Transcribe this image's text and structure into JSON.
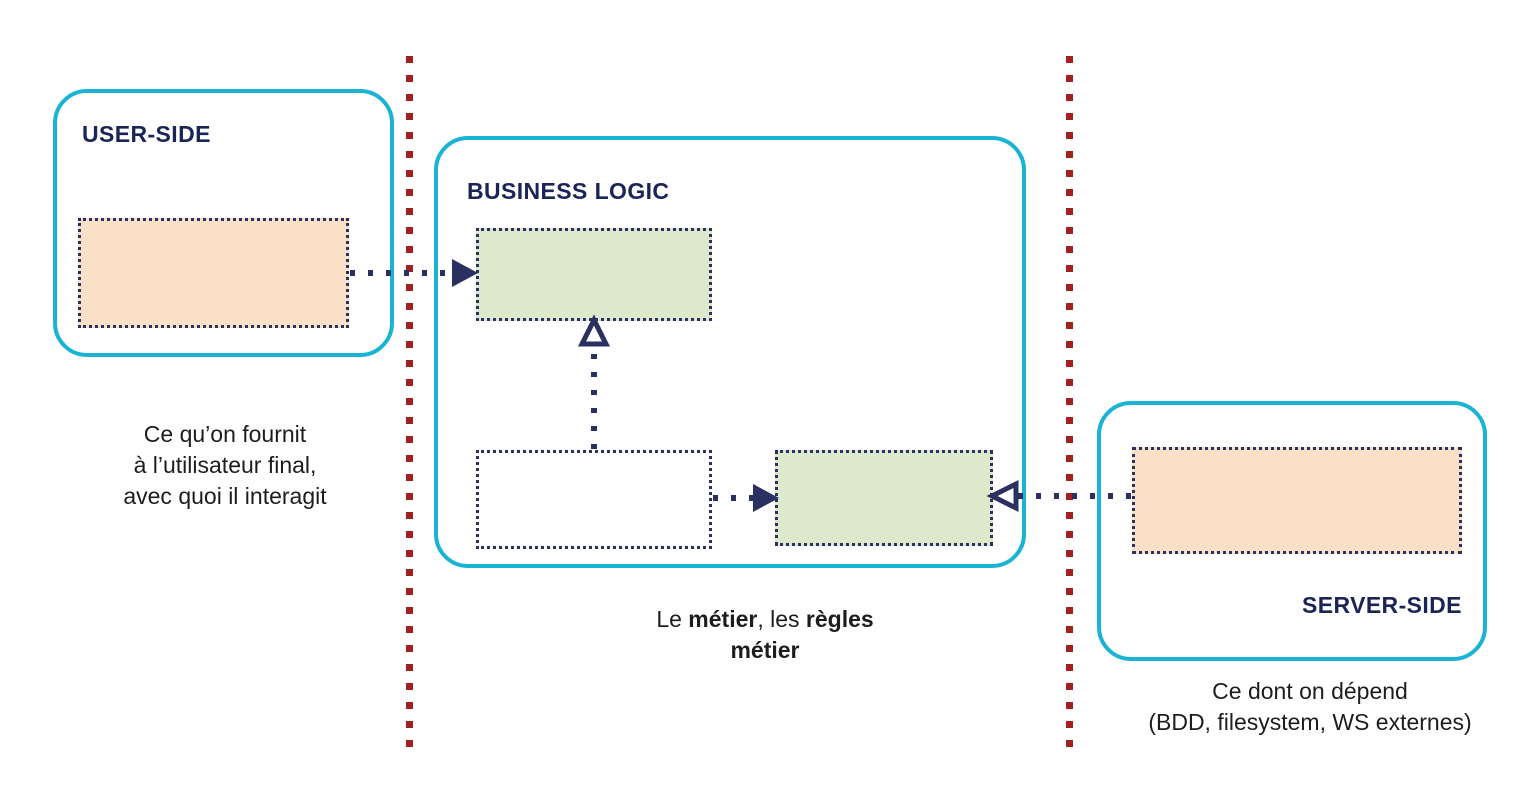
{
  "diagram": {
    "title": "Clean architecture layers (user-side / business logic / server-side)",
    "colors": {
      "zone_border": "#19b3d3",
      "label_text": "#1a2456",
      "divider": "#a32020",
      "connector": "#2a3160",
      "box_orange": "#fbe0c8",
      "box_green": "#dde9cd",
      "box_white": "#ffffff",
      "box_border": "#2a3160"
    }
  },
  "zones": [
    {
      "id": "user-side",
      "label": "USER-SIDE",
      "caption_lines": [
        "Ce qu’on fournit",
        "à l’utilisateur final,",
        "avec quoi il interagit"
      ]
    },
    {
      "id": "business-logic",
      "label": "BUSINESS LOGIC",
      "caption_line_1_prefix": "Le ",
      "caption_line_1_bold_1": "métier",
      "caption_line_1_mid": ", les ",
      "caption_line_1_bold_2": "règles",
      "caption_line_2_bold": "métier"
    },
    {
      "id": "server-side",
      "label": "SERVER-SIDE",
      "caption_lines": [
        "Ce dont on dépend",
        "(BDD, filesystem, WS externes)"
      ]
    }
  ],
  "boxes": [
    {
      "id": "user-component",
      "fill": "orange",
      "label": ""
    },
    {
      "id": "business-component-top",
      "fill": "green",
      "label": ""
    },
    {
      "id": "business-component-mid",
      "fill": "white",
      "label": ""
    },
    {
      "id": "business-component-right",
      "fill": "green",
      "label": ""
    },
    {
      "id": "server-component",
      "fill": "orange",
      "label": ""
    }
  ],
  "connectors": [
    {
      "id": "user-to-business",
      "style": "dotted",
      "head": "filled-triangle",
      "direction": "right"
    },
    {
      "id": "business-mid-to-top",
      "style": "dotted",
      "head": "open-triangle",
      "direction": "up"
    },
    {
      "id": "business-mid-to-right",
      "style": "dotted",
      "head": "filled-triangle",
      "direction": "right"
    },
    {
      "id": "server-to-business-right",
      "style": "dotted",
      "head": "open-triangle",
      "direction": "left"
    }
  ],
  "dividers": [
    {
      "id": "divider-user-business"
    },
    {
      "id": "divider-business-server"
    }
  ]
}
